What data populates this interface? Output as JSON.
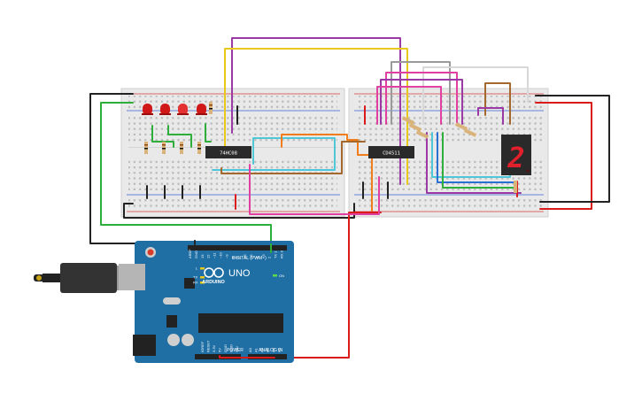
{
  "chips": {
    "left_label": "74HC08",
    "right_label": "CD4511"
  },
  "seven_segment": {
    "digit": "2",
    "segment_color": "#e0202a"
  },
  "arduino": {
    "model": "UNO",
    "brand": "ARDUINO",
    "digital_label": "DIGITAL (PWM~)",
    "power_label": "POWER",
    "analog_label": "ANALOG IN",
    "aref": "AREF",
    "gnd": "GND",
    "pin_labels": [
      "13",
      "12",
      "~11",
      "~10",
      "~9",
      "8",
      "7",
      "~6",
      "~5",
      "4",
      "~3",
      "2",
      "TX 1",
      "RX 0"
    ],
    "power_pins": [
      "IOREF",
      "RESET",
      "3.3V",
      "5V",
      "GND",
      "GND",
      "VIN"
    ],
    "analog_pins": [
      "A0",
      "A1",
      "A2",
      "A3",
      "A4",
      "A5"
    ],
    "led_l": "L",
    "led_tx": "TX",
    "led_rx": "RX",
    "on_label": "ON",
    "board_color": "#1f6fa5"
  },
  "colors": {
    "breadboard": "#e9e9e9",
    "red_rail": "#d63b3b",
    "blue_rail": "#3b63d6",
    "led_red": "#d01818",
    "wire_green": "#2eae3a",
    "wire_black": "#222222",
    "wire_red": "#d91b1b",
    "wire_purple": "#9b3aa5",
    "wire_yellow": "#e8c81c",
    "wire_brown": "#a3692c",
    "wire_orange": "#f07d1a",
    "wire_cyan": "#4ec8d6",
    "wire_pink": "#e0409f",
    "wire_gray": "#9a9a9a",
    "wire_blue": "#2a6fd6",
    "wire_white": "#d8d8d8"
  }
}
